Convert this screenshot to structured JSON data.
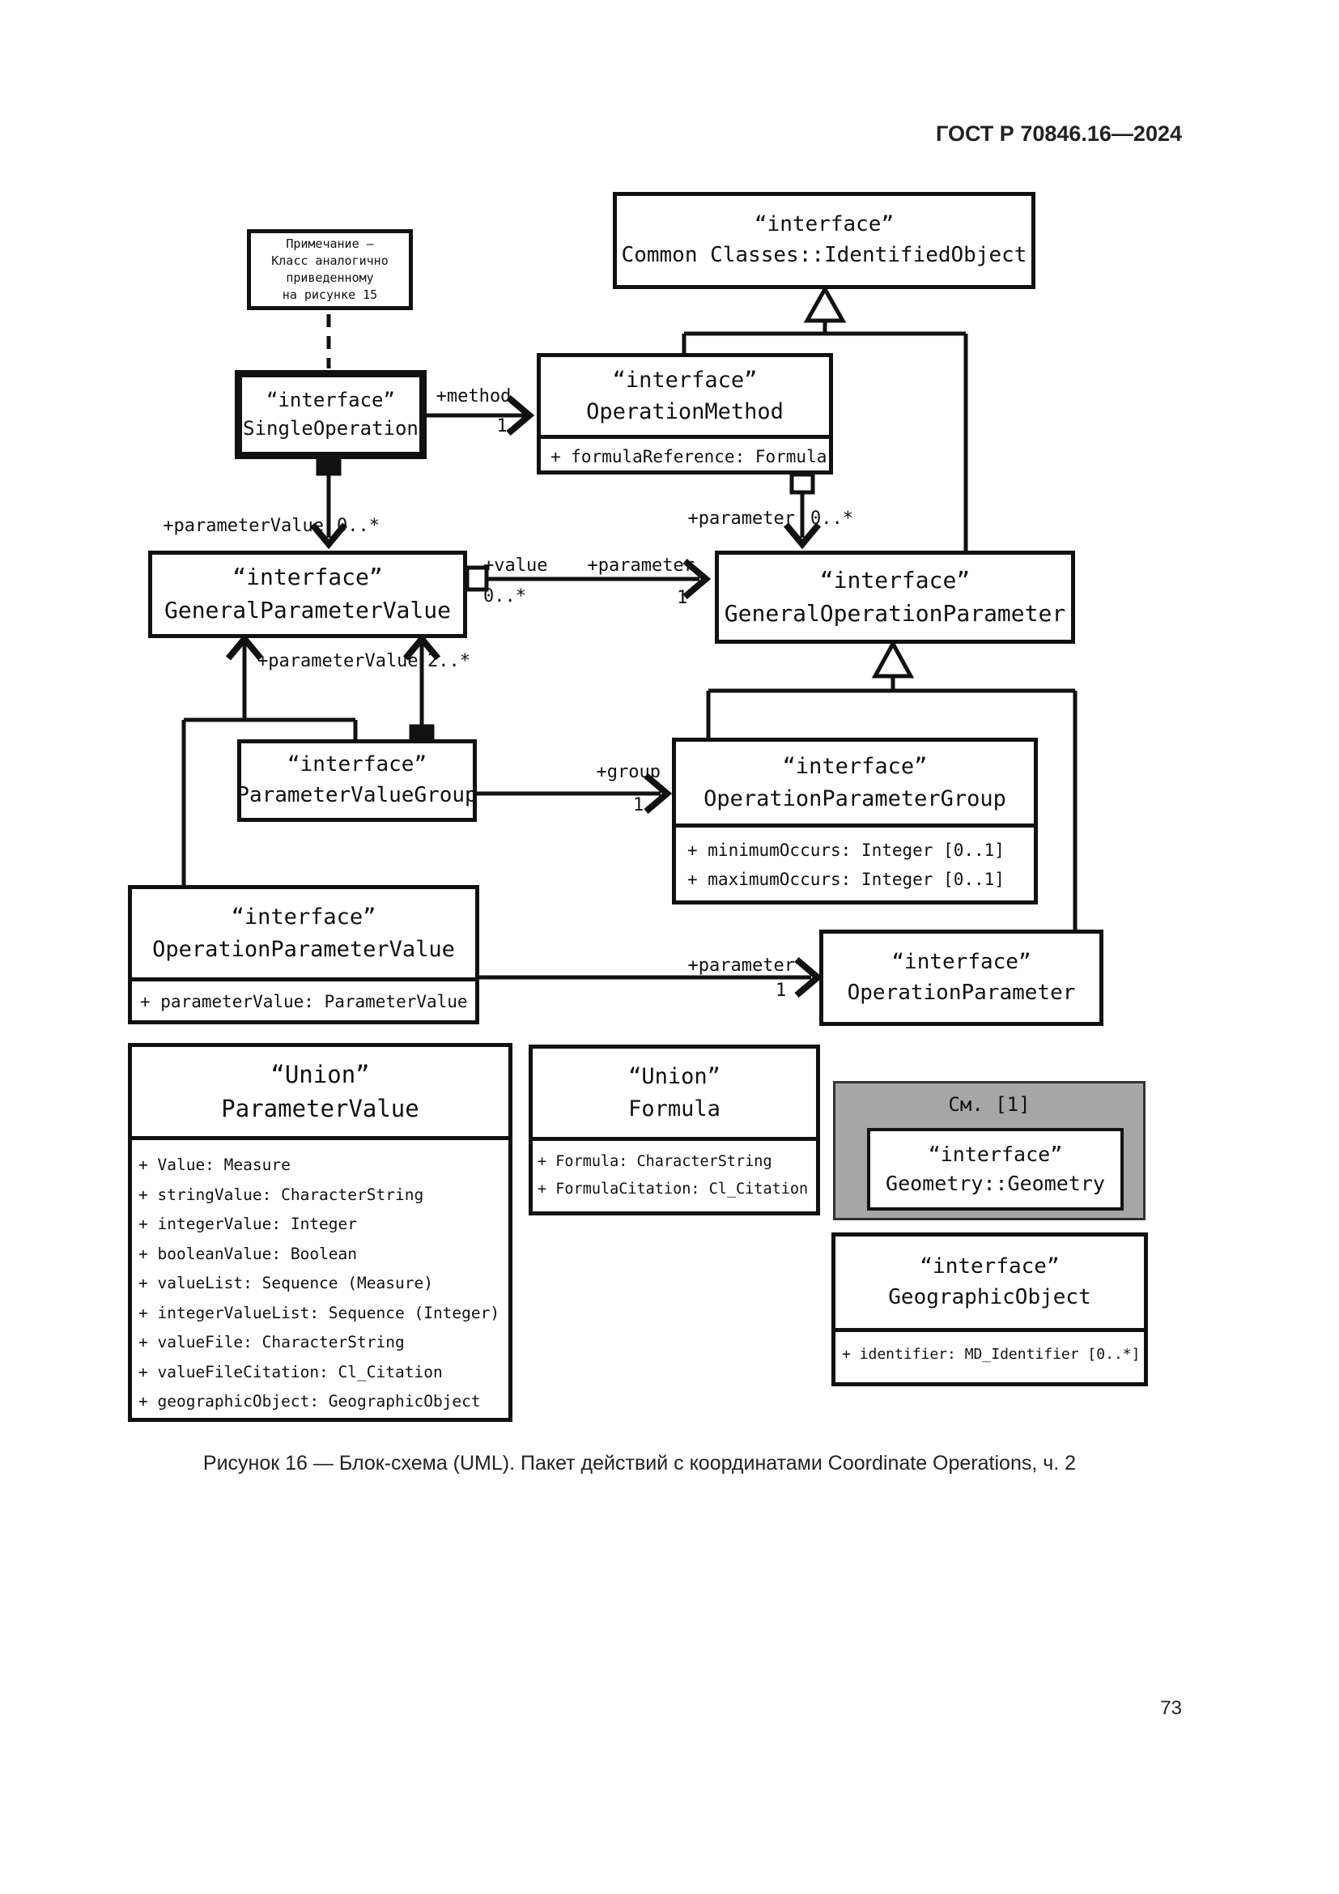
{
  "page": {
    "header": "ГОСТ Р 70846.16—2024",
    "page_number": "73",
    "caption": "Рисунок 16 — Блок-схема (UML). Пакет действий с координатами Coordinate Operations, ч. 2"
  },
  "note": {
    "lines": [
      "Примечание —",
      "Класс аналогично",
      "приведенному",
      "на рисунке 15"
    ]
  },
  "classes": {
    "identified_object": {
      "stereotype": "“interface”",
      "name": "Common Classes::IdentifiedObject"
    },
    "single_operation": {
      "stereotype": "“interface”",
      "name": "SingleOperation"
    },
    "operation_method": {
      "stereotype": "“interface”",
      "name": "OperationMethod",
      "attributes": [
        "+ formulaReference: Formula"
      ]
    },
    "general_parameter_value": {
      "stereotype": "“interface”",
      "name": "GeneralParameterValue"
    },
    "general_operation_parameter": {
      "stereotype": "“interface”",
      "name": "GeneralOperationParameter"
    },
    "parameter_value_group": {
      "stereotype": "“interface”",
      "name": "ParameterValueGroup"
    },
    "operation_parameter_group": {
      "stereotype": "“interface”",
      "name": "OperationParameterGroup",
      "attributes": [
        "+ minimumOccurs: Integer [0..1]",
        "+ maximumOccurs: Integer [0..1]"
      ]
    },
    "operation_parameter_value": {
      "stereotype": "“interface”",
      "name": "OperationParameterValue",
      "attributes": [
        "+ parameterValue: ParameterValue"
      ]
    },
    "operation_parameter": {
      "stereotype": "“interface”",
      "name": "OperationParameter"
    },
    "parameter_value_union": {
      "stereotype": "“Union”",
      "name": "ParameterValue",
      "attributes": [
        "+ Value: Measure",
        "+ stringValue: CharacterString",
        "+ integerValue: Integer",
        "+ booleanValue: Boolean",
        "+ valueList: Sequence (Measure)",
        "+ integerValueList: Sequence (Integer)",
        "+ valueFile: CharacterString",
        "+ valueFileCitation: Cl_Citation",
        "+ geographicObject: GeographicObject"
      ]
    },
    "formula_union": {
      "stereotype": "“Union”",
      "name": "Formula",
      "attributes": [
        "+ Formula: CharacterString",
        "+ FormulaCitation: Cl_Citation"
      ]
    },
    "geometry": {
      "reference_label": "См. [1]",
      "stereotype": "“interface”",
      "name": "Geometry::Geometry"
    },
    "geographic_object": {
      "stereotype": "“interface”",
      "name": "GeographicObject",
      "attributes": [
        "+ identifier: MD_Identifier [0..*]"
      ]
    }
  },
  "labels": {
    "method": {
      "role": "+method",
      "mult": "1"
    },
    "parameter_value_many": {
      "role": "+parameterValue",
      "mult": "0..*"
    },
    "parameter_many": {
      "role": "+parameter",
      "mult": "0..*"
    },
    "value_many": {
      "role": "+value",
      "mult": "0..*"
    },
    "parameter_one": {
      "role": "+parameter",
      "mult": "1"
    },
    "parameter_value_two": {
      "role": "+parameterValue",
      "mult": "2..*"
    },
    "group_one": {
      "role": "+group",
      "mult": "1"
    },
    "op_parameter_one": {
      "role": "+parameter",
      "mult": "1"
    }
  },
  "colors": {
    "line": "#111111",
    "reference_box_fill": "#a6a6a6",
    "background": "#ffffff"
  }
}
